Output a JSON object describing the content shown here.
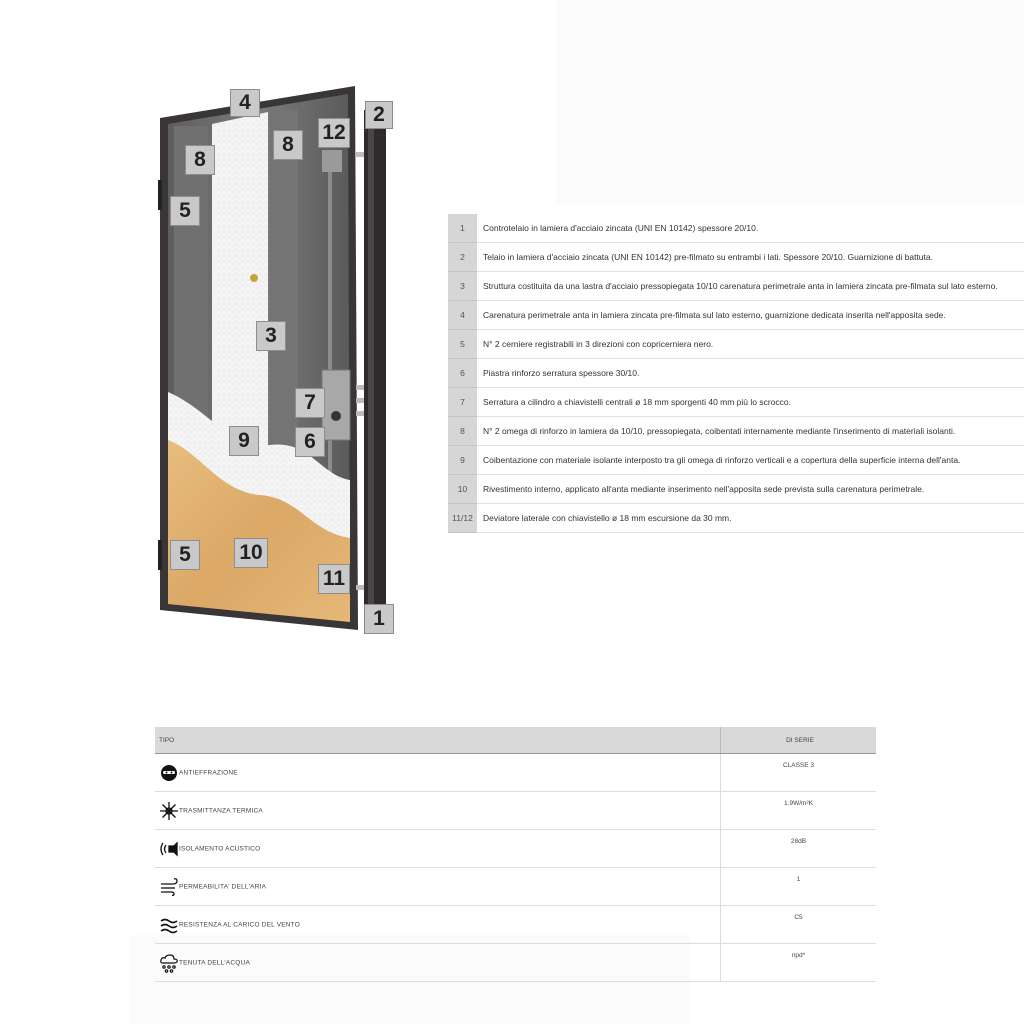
{
  "door": {
    "illustration": "steel-security-door-cutaway",
    "tags": {
      "t4": "4",
      "t2": "2",
      "t8a": "8",
      "t8b": "8",
      "t12": "12",
      "t5a": "5",
      "t3": "3",
      "t7": "7",
      "t9": "9",
      "t6": "6",
      "t5b": "5",
      "t10": "10",
      "t11": "11",
      "t1": "1"
    },
    "colors": {
      "frame": "#3a3536",
      "panel": "#6e6e6e",
      "insulation": "#f2f2f2",
      "wood": "#e0b272",
      "tag": "#c9c9c9"
    }
  },
  "spec_rows": [
    {
      "num": "1",
      "text": "Controtelaio in lamiera d'acciaio zincata (UNI EN 10142) spessore 20/10."
    },
    {
      "num": "2",
      "text": "Telaio in lamiera d'acciaio zincata (UNI EN 10142) pre-filmato su entrambi i lati. Spessore 20/10. Guarnizione di battuta."
    },
    {
      "num": "3",
      "text": "Struttura costituita da una lastra d'acciaio pressopiegata 10/10 carenatura perimetrale anta in lamiera zincata pre-filmata sul lato esterno."
    },
    {
      "num": "4",
      "text": "Carenatura perimetrale anta in lamiera zincata pre-filmata sul lato esterno, guarnizione dedicata inserita nell'apposita sede."
    },
    {
      "num": "5",
      "text": "N° 2 cerniere registrabili in 3 direzioni con copricerniera nero."
    },
    {
      "num": "6",
      "text": "Piastra rinforzo serratura spessore 30/10."
    },
    {
      "num": "7",
      "text": "Serratura a cilindro a chiavistelli centrali ø 18 mm sporgenti 40 mm più lo scrocco."
    },
    {
      "num": "8",
      "text": "N° 2 omega di rinforzo in lamiera da 10/10, pressopiegata, coibentati internamente mediante l'inserimento di materiali isolanti."
    },
    {
      "num": "9",
      "text": "Coibentazione con materiale isolante interposto tra gli omega di rinforzo verticali e a copertura della superficie interna dell'anta."
    },
    {
      "num": "10",
      "text": "Rivestimento interno, applicato all'anta mediante inserimento nell'apposita sede prevista sulla carenatura perimetrale."
    },
    {
      "num": "11/12",
      "text": "Deviatore laterale con chiavistello ø 18 mm escursione da 30 mm."
    }
  ],
  "perf_table": {
    "header_type": "TIPO",
    "header_value": "DI SERIE",
    "rows": [
      {
        "icon": "burglar-mask-icon",
        "label": "ANTIEFFRAZIONE",
        "value": "CLASSE 3"
      },
      {
        "icon": "snowflake-sun-icon",
        "label": "TRASMITTANZA TERMICA",
        "value": "1.9W/m²K"
      },
      {
        "icon": "sound-waves-icon",
        "label": "ISOLAMENTO ACUSTICO",
        "value": "28dB"
      },
      {
        "icon": "air-wind-icon",
        "label": "PERMEABILITA' DELL'ARIA",
        "value": "1"
      },
      {
        "icon": "wind-lines-icon",
        "label": "RESISTENZA AL CARICO DEL VENTO",
        "value": "C5"
      },
      {
        "icon": "rain-cloud-icon",
        "label": "TENUTA DELL'ACQUA",
        "value": "npd*"
      }
    ]
  }
}
